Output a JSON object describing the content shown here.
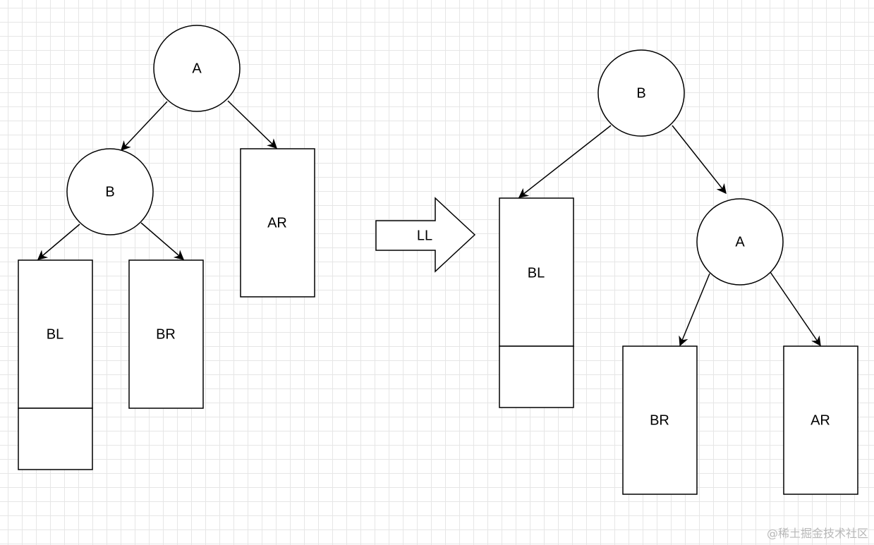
{
  "diagram": {
    "before": {
      "node_a": "A",
      "node_b": "B",
      "subtree_ar": "AR",
      "subtree_bl": "BL",
      "subtree_br": "BR"
    },
    "rotation": {
      "label": "LL"
    },
    "after": {
      "node_b": "B",
      "node_a": "A",
      "subtree_bl": "BL",
      "subtree_br": "BR",
      "subtree_ar": "AR"
    }
  },
  "watermark": "@稀土掘金技术社区"
}
